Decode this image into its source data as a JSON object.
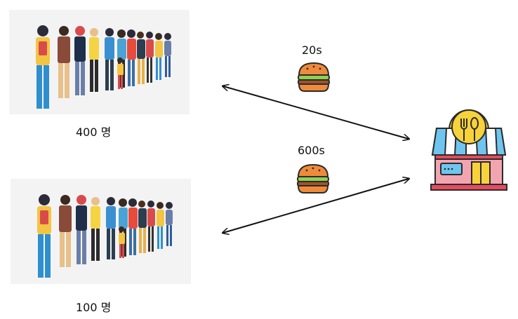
{
  "queues": [
    {
      "count_label": "400 명"
    },
    {
      "count_label": "100 명"
    }
  ],
  "routes": [
    {
      "time_label": "20s"
    },
    {
      "time_label": "600s"
    }
  ],
  "colors": {
    "panel_bg": "#f3f3f4",
    "arrow": "#111111",
    "burger_bun": "#f08a3b",
    "burger_lettuce": "#8fd14f",
    "store_awning_blue": "#6ec6f0",
    "store_awning_white": "#ffffff",
    "store_wall": "#f2a5b1",
    "store_sign": "#f7d23b",
    "store_roof_base": "#e84a5f"
  },
  "icons": {
    "people_queue": "people-queue-illustration",
    "burger": "burger-icon",
    "restaurant": "restaurant-store-icon"
  }
}
